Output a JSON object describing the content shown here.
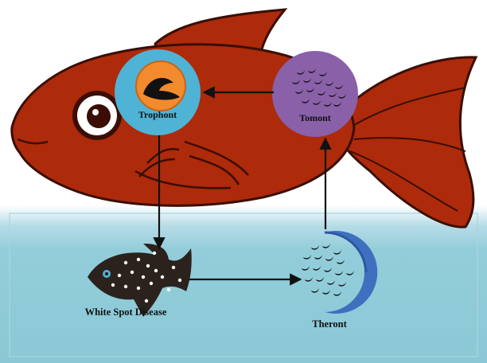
{
  "diagram": {
    "stages": {
      "trophont": "Trophont",
      "tomont": "Tomont",
      "theront": "Theront",
      "disease": "White Spot Disease"
    },
    "flow": [
      {
        "from": "tomont",
        "to": "trophont"
      },
      {
        "from": "trophont",
        "to": "disease"
      },
      {
        "from": "disease",
        "to": "theront"
      },
      {
        "from": "theront",
        "to": "tomont"
      }
    ]
  },
  "colors": {
    "fish_body": "#ad2a0a",
    "fish_outline": "#3a0e04",
    "water": "#8fcbd8",
    "trophont_circle": "#4fb3d6",
    "trophont_core": "#f28a2e",
    "tomont_circle": "#8a60a8",
    "theront_crescent": "#3f6fbf",
    "small_fish": "#2b221d",
    "arrow": "#111111"
  }
}
